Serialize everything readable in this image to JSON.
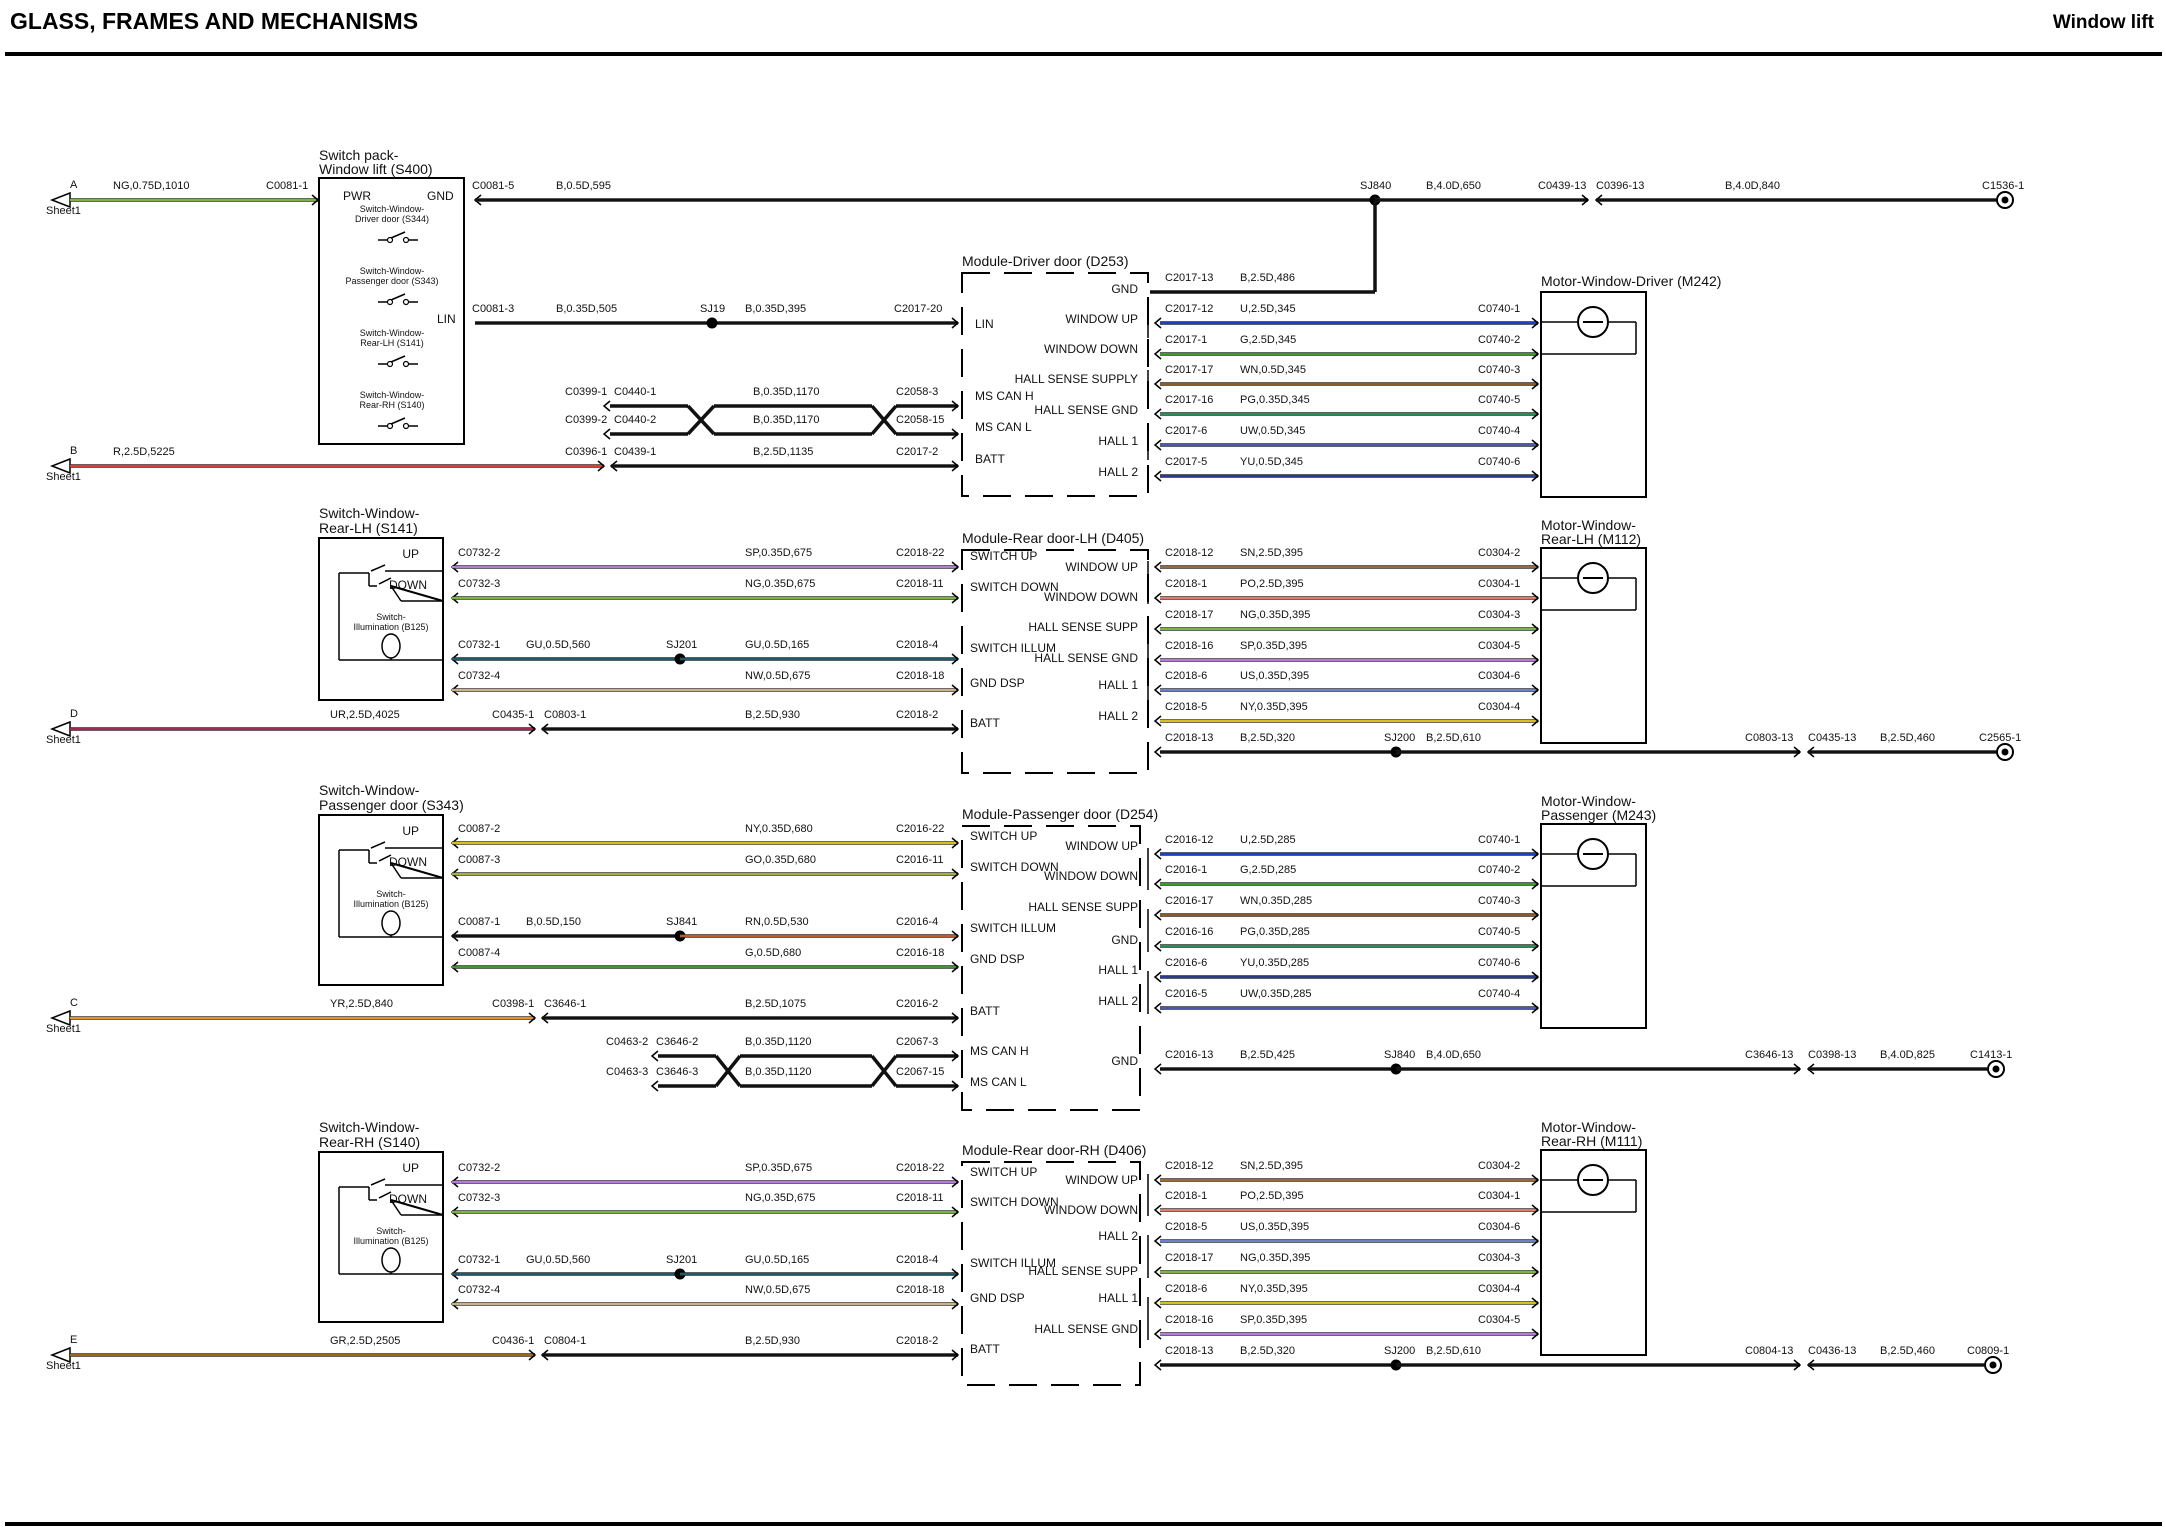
{
  "header": {
    "title": "GLASS, FRAMES AND MECHANISMS",
    "subtitle": "Window lift"
  },
  "colors": {
    "NG": "#7cb342",
    "B": "#111111",
    "R": "#e53935",
    "U": "#1e3fbf",
    "G": "#3a9a2a",
    "WN": "#8b5a2b",
    "PG": "#2e8b57",
    "UW": "#4a5aa8",
    "YU": "#2b3a8f",
    "SP": "#b57bd8",
    "GU": "#1f5a6a",
    "NW": "#c8b48a",
    "UR": "#9c2a55",
    "SN": "#9a6a3a",
    "PO": "#e07a6a",
    "US": "#7080c8",
    "NY": "#d4c020",
    "GO": "#a8b040",
    "RN": "#c05a2a",
    "YR": "#e8902a",
    "GR": "#9a6a1a"
  },
  "sheet_label": "Sheet1",
  "pages": {
    "A": "A",
    "B": "B",
    "C": "C",
    "D": "D",
    "E": "E"
  },
  "components": {
    "s400": {
      "title1": "Switch pack-",
      "title2": "Window lift (S400)",
      "pwr": "PWR",
      "gnd": "GND",
      "lin": "LIN",
      "sub": [
        [
          "Switch-Window-",
          "Driver door (S344)"
        ],
        [
          "Switch-Window-",
          "Passenger door (S343)"
        ],
        [
          "Switch-Window-",
          "Rear-LH (S141)"
        ],
        [
          "Switch-Window-",
          "Rear-RH (S140)"
        ]
      ]
    },
    "d253": {
      "title": "Module-Driver door (D253)",
      "left": [
        "LIN",
        "MS CAN H",
        "MS CAN L",
        "BATT"
      ],
      "right": [
        "GND",
        "WINDOW UP",
        "WINDOW DOWN",
        "HALL SENSE SUPPLY",
        "HALL SENSE GND",
        "HALL 1",
        "HALL 2"
      ]
    },
    "m242": {
      "title": "Motor-Window-Driver (M242)"
    },
    "s141": {
      "title1": "Switch-Window-",
      "title2": "Rear-LH (S141)",
      "up": "UP",
      "down": "DOWN",
      "illum1": "Switch-",
      "illum2": "Illumination (B125)"
    },
    "d405": {
      "title": "Module-Rear door-LH (D405)",
      "left": [
        "SWITCH UP",
        "SWITCH DOWN",
        "SWITCH ILLUM",
        "GND DSP",
        "BATT"
      ],
      "right": [
        "WINDOW UP",
        "WINDOW DOWN",
        "HALL SENSE SUPP",
        "HALL SENSE GND",
        "HALL 1",
        "HALL 2"
      ]
    },
    "m112": {
      "title1": "Motor-Window-",
      "title2": "Rear-LH (M112)"
    },
    "s343": {
      "title1": "Switch-Window-",
      "title2": "Passenger door (S343)",
      "up": "UP",
      "down": "DOWN",
      "illum1": "Switch-",
      "illum2": "Illumination (B125)"
    },
    "d254": {
      "title": "Module-Passenger door (D254)",
      "left": [
        "SWITCH UP",
        "SWITCH DOWN",
        "SWITCH ILLUM",
        "GND DSP",
        "BATT",
        "MS CAN H",
        "MS CAN L"
      ],
      "right": [
        "WINDOW UP",
        "WINDOW DOWN",
        "HALL SENSE SUPP",
        "GND",
        "HALL 1",
        "HALL 2",
        "GND"
      ]
    },
    "m243": {
      "title1": "Motor-Window-",
      "title2": "Passenger (M243)"
    },
    "s140": {
      "title1": "Switch-Window-",
      "title2": "Rear-RH (S140)",
      "up": "UP",
      "down": "DOWN",
      "illum1": "Switch-",
      "illum2": "Illumination (B125)"
    },
    "d406": {
      "title": "Module-Rear door-RH (D406)",
      "left": [
        "SWITCH UP",
        "SWITCH DOWN",
        "SWITCH ILLUM",
        "GND DSP",
        "BATT"
      ],
      "right": [
        "WINDOW UP",
        "WINDOW DOWN",
        "HALL 2",
        "HALL SENSE SUPP",
        "HALL 1",
        "HALL SENSE GND"
      ]
    },
    "m111": {
      "title1": "Motor-Window-",
      "title2": "Rear-RH (M111)"
    }
  },
  "wires": {
    "a1": {
      "conn_l": "",
      "wire": "NG,0.75D,1010",
      "conn_r": "C0081-1",
      "color": "NG"
    },
    "a2": {
      "conn_l": "C0081-5",
      "wire": "B,0.5D,595",
      "color": "B"
    },
    "a3": {
      "splice": "SJ840",
      "wire": "B,4.0D,650",
      "conn": "C0439-13",
      "conn2": "C0396-13",
      "wire2": "B,4.0D,840",
      "end": "C1536-1"
    },
    "lin": {
      "conn_l": "C0081-3",
      "wire": "B,0.35D,505",
      "splice": "SJ19",
      "wire2": "B,0.35D,395",
      "conn_r": "C2017-20"
    },
    "canh": {
      "conn_a": "C0399-1",
      "conn_b": "C0440-1",
      "wire": "B,0.35D,1170",
      "conn_r": "C2058-3"
    },
    "canl": {
      "conn_a": "C0399-2",
      "conn_b": "C0440-2",
      "wire": "B,0.35D,1170",
      "conn_r": "C2058-15"
    },
    "bline": {
      "wire": "R,2.5D,5225",
      "conn_a": "C0396-1",
      "conn_b": "C0439-1",
      "wire2": "B,2.5D,1135",
      "conn_r": "C2017-2"
    },
    "d253_out": [
      {
        "c": "C2017-13",
        "w": "B,2.5D,486",
        "m": ""
      },
      {
        "c": "C2017-12",
        "w": "U,2.5D,345",
        "m": "C0740-1"
      },
      {
        "c": "C2017-1",
        "w": "G,2.5D,345",
        "m": "C0740-2"
      },
      {
        "c": "C2017-17",
        "w": "WN,0.5D,345",
        "m": "C0740-3"
      },
      {
        "c": "C2017-16",
        "w": "PG,0.35D,345",
        "m": "C0740-5"
      },
      {
        "c": "C2017-6",
        "w": "UW,0.5D,345",
        "m": "C0740-4"
      },
      {
        "c": "C2017-5",
        "w": "YU,0.5D,345",
        "m": "C0740-6"
      }
    ],
    "rl_in": [
      {
        "c": "C0732-2",
        "w": "SP,0.35D,675",
        "r": "C2018-22"
      },
      {
        "c": "C0732-3",
        "w": "NG,0.35D,675",
        "r": "C2018-11"
      },
      {
        "c": "C0732-1",
        "w1": "GU,0.5D,560",
        "s": "SJ201",
        "w": "GU,0.5D,165",
        "r": "C2018-4"
      },
      {
        "c": "C0732-4",
        "w": "NW,0.5D,675",
        "r": "C2018-18"
      }
    ],
    "dline": {
      "wire": "UR,2.5D,4025",
      "conn_a": "C0435-1",
      "conn_b": "C0803-1",
      "wire2": "B,2.5D,930",
      "conn_r": "C2018-2"
    },
    "rl_out": [
      {
        "c": "C2018-12",
        "w": "SN,2.5D,395",
        "m": "C0304-2"
      },
      {
        "c": "C2018-1",
        "w": "PO,2.5D,395",
        "m": "C0304-1"
      },
      {
        "c": "C2018-17",
        "w": "NG,0.35D,395",
        "m": "C0304-3"
      },
      {
        "c": "C2018-16",
        "w": "SP,0.35D,395",
        "m": "C0304-5"
      },
      {
        "c": "C2018-6",
        "w": "US,0.35D,395",
        "m": "C0304-6"
      },
      {
        "c": "C2018-5",
        "w": "NY,0.35D,395",
        "m": "C0304-4"
      }
    ],
    "rl_gnd": {
      "c": "C2018-13",
      "w": "B,2.5D,320",
      "s": "SJ200",
      "w2": "B,2.5D,610",
      "c1": "C0803-13",
      "c2": "C0435-13",
      "w3": "B,2.5D,460",
      "end": "C2565-1"
    },
    "p_in": [
      {
        "c": "C0087-2",
        "w": "NY,0.35D,680",
        "r": "C2016-22"
      },
      {
        "c": "C0087-3",
        "w": "GO,0.35D,680",
        "r": "C2016-11"
      },
      {
        "c": "C0087-1",
        "w1": "B,0.5D,150",
        "s": "SJ841",
        "w": "RN,0.5D,530",
        "r": "C2016-4"
      },
      {
        "c": "C0087-4",
        "w": "G,0.5D,680",
        "r": "C2016-18"
      }
    ],
    "cline": {
      "wire": "YR,2.5D,840",
      "conn_a": "C0398-1",
      "conn_b": "C3646-1",
      "wire2": "B,2.5D,1075",
      "conn_r": "C2016-2"
    },
    "p_canh": {
      "conn_a": "C0463-2",
      "conn_b": "C3646-2",
      "wire": "B,0.35D,1120",
      "conn_r": "C2067-3"
    },
    "p_canl": {
      "conn_a": "C0463-3",
      "conn_b": "C3646-3",
      "wire": "B,0.35D,1120",
      "conn_r": "C2067-15"
    },
    "p_out": [
      {
        "c": "C2016-12",
        "w": "U,2.5D,285",
        "m": "C0740-1"
      },
      {
        "c": "C2016-1",
        "w": "G,2.5D,285",
        "m": "C0740-2"
      },
      {
        "c": "C2016-17",
        "w": "WN,0.35D,285",
        "m": "C0740-3"
      },
      {
        "c": "C2016-16",
        "w": "PG,0.35D,285",
        "m": "C0740-5"
      },
      {
        "c": "C2016-6",
        "w": "YU,0.35D,285",
        "m": "C0740-6"
      },
      {
        "c": "C2016-5",
        "w": "UW,0.35D,285",
        "m": "C0740-4"
      }
    ],
    "p_gnd": {
      "c": "C2016-13",
      "w": "B,2.5D,425",
      "s": "SJ840",
      "w2": "B,4.0D,650",
      "c1": "C3646-13",
      "c2": "C0398-13",
      "w3": "B,4.0D,825",
      "end": "C1413-1"
    },
    "rr_in": [
      {
        "c": "C0732-2",
        "w": "SP,0.35D,675",
        "r": "C2018-22"
      },
      {
        "c": "C0732-3",
        "w": "NG,0.35D,675",
        "r": "C2018-11"
      },
      {
        "c": "C0732-1",
        "w1": "GU,0.5D,560",
        "s": "SJ201",
        "w": "GU,0.5D,165",
        "r": "C2018-4"
      },
      {
        "c": "C0732-4",
        "w": "NW,0.5D,675",
        "r": "C2018-18"
      }
    ],
    "eline": {
      "wire": "GR,2.5D,2505",
      "conn_a": "C0436-1",
      "conn_b": "C0804-1",
      "wire2": "B,2.5D,930",
      "conn_r": "C2018-2"
    },
    "rr_out": [
      {
        "c": "C2018-12",
        "w": "SN,2.5D,395",
        "m": "C0304-2"
      },
      {
        "c": "C2018-1",
        "w": "PO,2.5D,395",
        "m": "C0304-1"
      },
      {
        "c": "C2018-5",
        "w": "US,0.35D,395",
        "m": "C0304-6"
      },
      {
        "c": "C2018-17",
        "w": "NG,0.35D,395",
        "m": "C0304-3"
      },
      {
        "c": "C2018-6",
        "w": "NY,0.35D,395",
        "m": "C0304-4"
      },
      {
        "c": "C2018-16",
        "w": "SP,0.35D,395",
        "m": "C0304-5"
      }
    ],
    "rr_gnd": {
      "c": "C2018-13",
      "w": "B,2.5D,320",
      "s": "SJ200",
      "w2": "B,2.5D,610",
      "c1": "C0804-13",
      "c2": "C0436-13",
      "w3": "B,2.5D,460",
      "end": "C0809-1"
    }
  }
}
